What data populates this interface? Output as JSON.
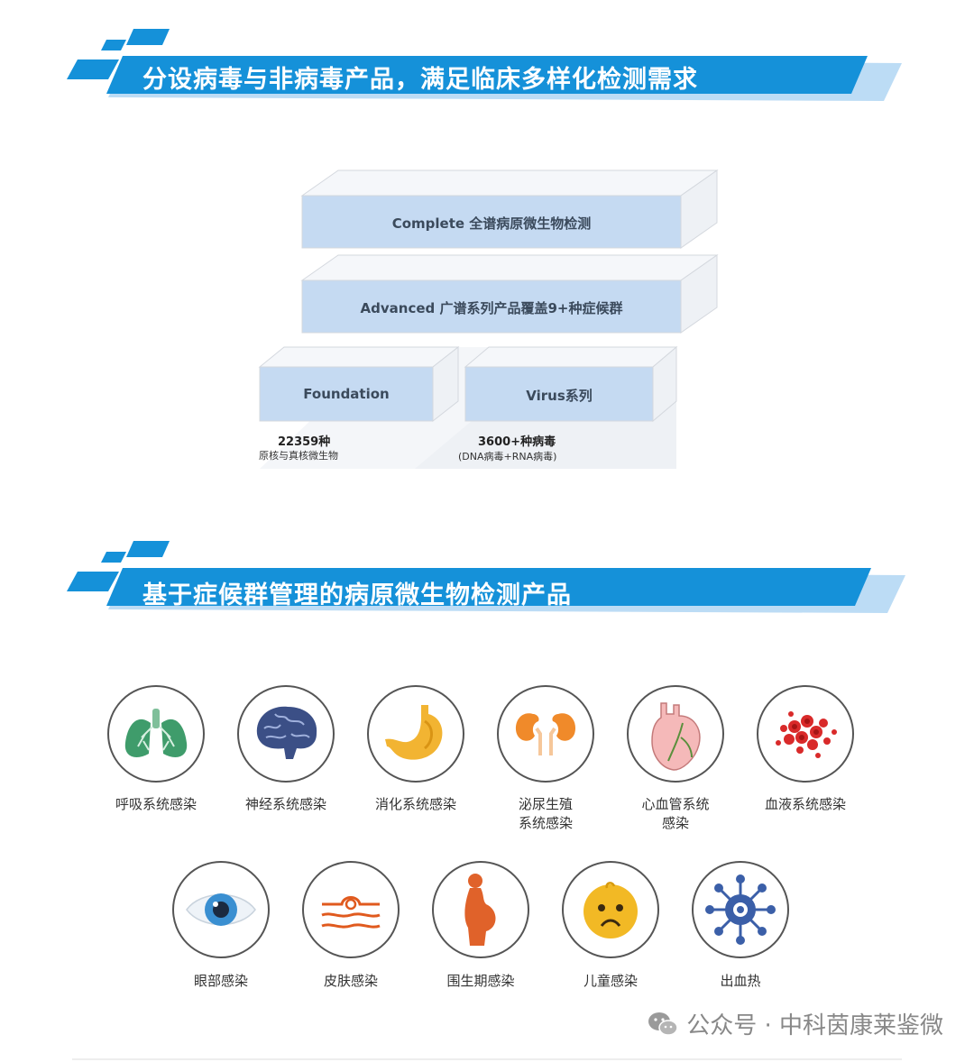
{
  "sections": {
    "s1_title": "分设病毒与非病毒产品，满足临床多样化检测需求",
    "s2_title": "基于症候群管理的病原微生物检测产品"
  },
  "pyramid": {
    "complete": "Complete 全谱病原微生物检测",
    "advanced": "Advanced 广谱系列产品覆盖9+种症候群",
    "foundation": "Foundation",
    "virus": "Virus系列",
    "foundation_stat_big": "22359种",
    "foundation_stat_small": "原核与真核微生物",
    "virus_stat_big": "3600+种病毒",
    "virus_stat_small": "(DNA病毒+RNA病毒)"
  },
  "syndromes": [
    {
      "icon": "lungs-icon",
      "label_l1": "呼吸系统感染",
      "label_l2": ""
    },
    {
      "icon": "brain-icon",
      "label_l1": "神经系统感染",
      "label_l2": ""
    },
    {
      "icon": "stomach-icon",
      "label_l1": "消化系统感染",
      "label_l2": ""
    },
    {
      "icon": "kidneys-icon",
      "label_l1": "泌尿生殖",
      "label_l2": "系统感染"
    },
    {
      "icon": "heart-icon",
      "label_l1": "心血管系统",
      "label_l2": "感染"
    },
    {
      "icon": "blood-cells-icon",
      "label_l1": "血液系统感染",
      "label_l2": ""
    },
    {
      "icon": "eye-icon",
      "label_l1": "眼部感染",
      "label_l2": ""
    },
    {
      "icon": "skin-icon",
      "label_l1": "皮肤感染",
      "label_l2": ""
    },
    {
      "icon": "pregnant-icon",
      "label_l1": "围生期感染",
      "label_l2": ""
    },
    {
      "icon": "child-face-icon",
      "label_l1": "儿童感染",
      "label_l2": ""
    },
    {
      "icon": "virus-icon",
      "label_l1": "出血热",
      "label_l2": ""
    }
  ],
  "footer": {
    "text": "公众号 · 中科茵康莱鉴微"
  },
  "colors": {
    "banner_blue": "#1591d9",
    "banner_light": "#bcdcf5",
    "block_fill": "#c5daf2"
  }
}
